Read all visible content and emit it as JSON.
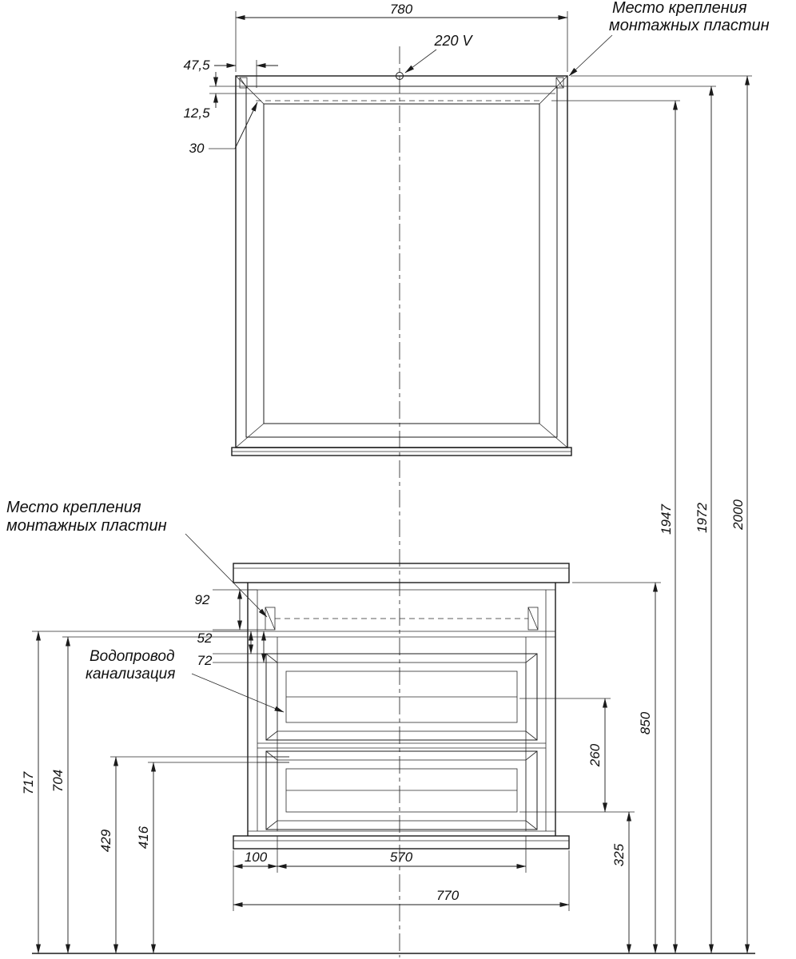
{
  "labels": {
    "voltage": "220 V",
    "mount_top_1": "Место крепления",
    "mount_top_2": "монтажных пластин",
    "mount_left_1": "Место крепления",
    "mount_left_2": "монтажных пластин",
    "plumb_1": "Водопровод",
    "plumb_2": "канализация"
  },
  "dims": {
    "w780": "780",
    "f47_5": "47,5",
    "i12_5": "12,5",
    "i30": "30",
    "h1947": "1947",
    "h1972": "1972",
    "h2000": "2000",
    "c92": "92",
    "c52": "52",
    "c72": "72",
    "v717": "717",
    "v704": "704",
    "v429": "429",
    "v416": "416",
    "d260": "260",
    "h850": "850",
    "h325": "325",
    "b100": "100",
    "b570": "570",
    "b770": "770"
  }
}
